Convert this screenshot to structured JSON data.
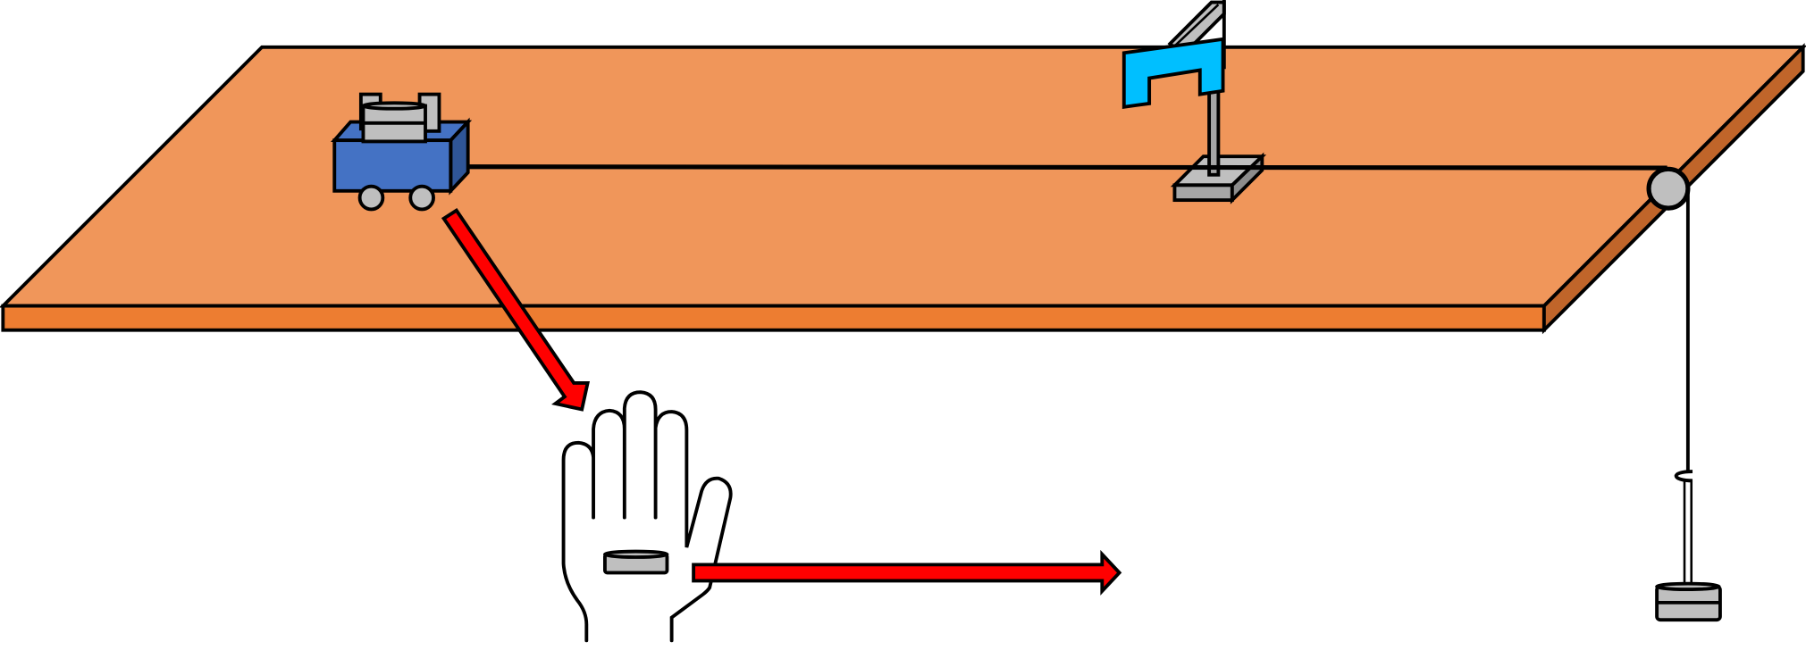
{
  "diagram": {
    "title": "",
    "colors": {
      "table_top": "#F0965A",
      "table_edge": "#ED7D31",
      "table_side": "#C0652A",
      "cart": "#4472C4",
      "cart_side": "#2F5597",
      "flag": "#00BFFF",
      "metal": "#BFBFBF",
      "arrow": "#FF0000",
      "outline": "#000000"
    },
    "icons": [
      "table",
      "cart",
      "flag-gate",
      "pulley",
      "hanging-weight",
      "hand",
      "weight-disc",
      "arrow"
    ]
  }
}
